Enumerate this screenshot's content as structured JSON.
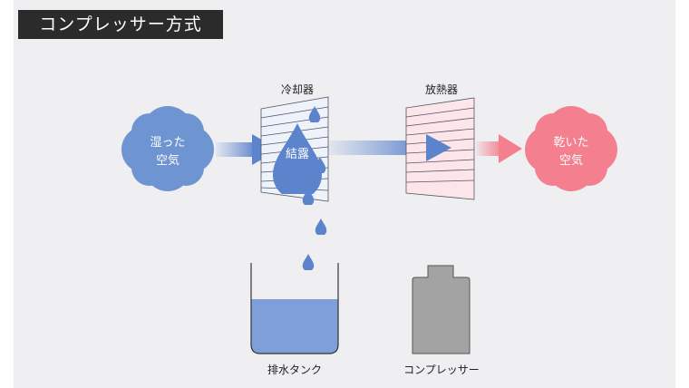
{
  "title": "コンプレッサー方式",
  "labels": {
    "humid_air": [
      "湿った",
      "空気"
    ],
    "cooler": "冷却器",
    "condensation": "結露",
    "radiator": "放熱器",
    "dry_air": [
      "乾いた",
      "空気"
    ],
    "drain_tank": "排水タンク",
    "compressor": "コンプレッサー"
  },
  "colors": {
    "blue": "#6e94d2",
    "pink": "#f47f8e",
    "gray": "#a3a3a3",
    "cooler_fill": "#eef2fa",
    "radiator_fill": "#fde6ea"
  }
}
